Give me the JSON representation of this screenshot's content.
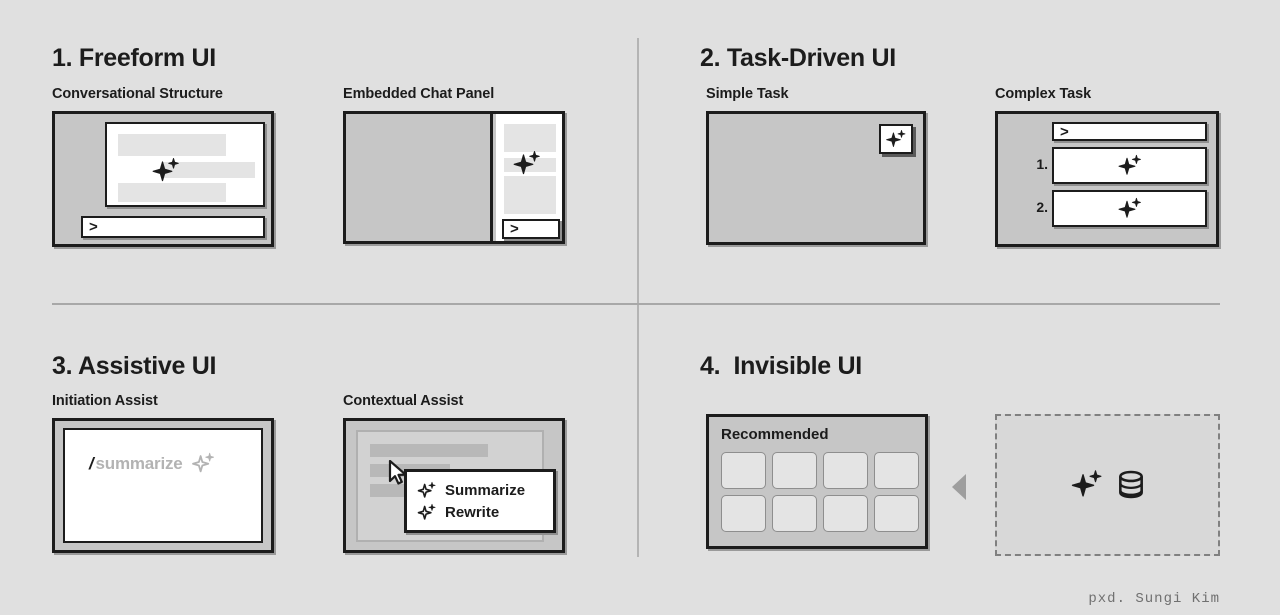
{
  "page": {
    "background": "#e0e0e0",
    "ink": "#1c1c1c",
    "panel_fill": "#c6c6c6",
    "credit": "pxd. Sungi Kim"
  },
  "quadrants": [
    {
      "title": "1. Freeform UI",
      "panels": [
        {
          "label": "Conversational Structure",
          "prompt_glyph": ">",
          "icons": [
            "sparkle-icon"
          ]
        },
        {
          "label": "Embedded Chat Panel",
          "prompt_glyph": ">",
          "icons": [
            "sparkle-icon"
          ]
        }
      ]
    },
    {
      "title": "2. Task-Driven UI",
      "panels": [
        {
          "label": "Simple Task",
          "icons": [
            "sparkle-icon"
          ]
        },
        {
          "label": "Complex Task",
          "prompt_glyph": ">",
          "steps": [
            "1.",
            "2."
          ],
          "icons": [
            "sparkle-icon",
            "sparkle-icon"
          ]
        }
      ]
    },
    {
      "title": "3. Assistive UI",
      "panels": [
        {
          "label": "Initiation Assist",
          "slash": "/",
          "command": "summarize",
          "icons": [
            "sparkle-icon"
          ]
        },
        {
          "label": "Contextual Assist",
          "menu_items": [
            "Summarize",
            "Rewrite"
          ],
          "icons": [
            "cursor-icon",
            "sparkle-icon",
            "sparkle-icon"
          ]
        }
      ]
    },
    {
      "title": "4.  Invisible UI",
      "panels": [
        {
          "label": "",
          "heading": "Recommended",
          "grid_cells": 8
        },
        {
          "label": "",
          "icons": [
            "sparkle-icon",
            "database-icon"
          ]
        }
      ]
    }
  ]
}
